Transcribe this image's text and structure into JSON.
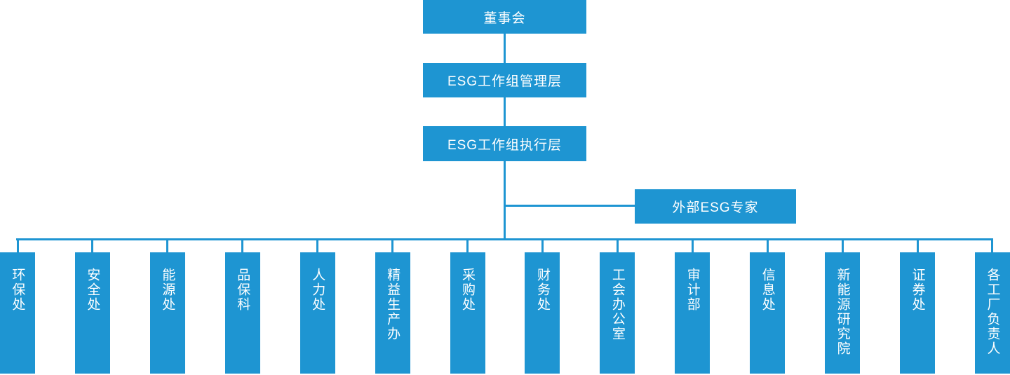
{
  "colors": {
    "node_fill": "#1e95d2",
    "connector": "#1e95d2",
    "node_text": "#ffffff",
    "background": "#ffffff"
  },
  "hierarchy": {
    "root": {
      "label": "董事会"
    },
    "management_layer": {
      "label": "ESG工作组管理层"
    },
    "execution_layer": {
      "label": "ESG工作组执行层"
    },
    "external_advisor": {
      "label": "外部ESG专家"
    },
    "departments": [
      {
        "label": "环保处"
      },
      {
        "label": "安全处"
      },
      {
        "label": "能源处"
      },
      {
        "label": "品保科"
      },
      {
        "label": "人力处"
      },
      {
        "label": "精益生产办"
      },
      {
        "label": "采购处"
      },
      {
        "label": "财务处"
      },
      {
        "label": "工会办公室"
      },
      {
        "label": "审计部"
      },
      {
        "label": "信息处"
      },
      {
        "label": "新能源研究院"
      },
      {
        "label": "证券处"
      },
      {
        "label": "各工厂负责人"
      }
    ]
  }
}
